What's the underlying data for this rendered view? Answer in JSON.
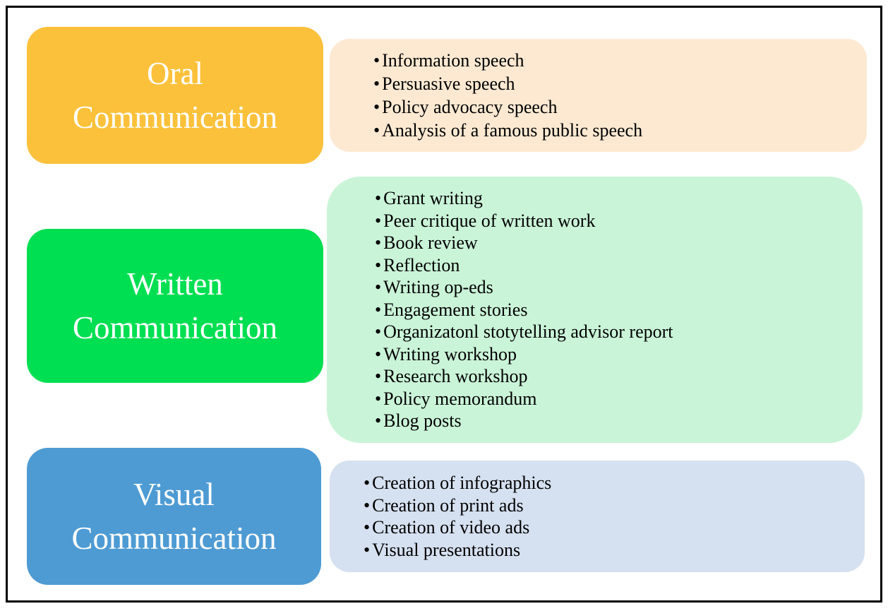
{
  "diagram": {
    "bullet_char": "•",
    "background_color": "#FFFFFF",
    "frame_border_color": "#000000",
    "title_text_color": "#FFFFFF",
    "list_text_color": "#000000",
    "rows": [
      {
        "title": "Oral Communication",
        "title_lines": [
          "Oral",
          "Communication"
        ],
        "shape_color": "#FCC13B",
        "list_color": "#FDE9D2",
        "items": [
          "Information speech",
          "Persuasive speech",
          "Policy advocacy speech",
          "Analysis of a famous public speech"
        ]
      },
      {
        "title": "Written Communication",
        "title_lines": [
          "Written",
          "Communication"
        ],
        "shape_color": "#00DF52",
        "list_color": "#CAF4D8",
        "items": [
          "Grant writing",
          "Peer critique of written work",
          "Book review",
          "Reflection",
          "Writing op-eds",
          "Engagement stories",
          "Organizatonl stotytelling advisor report",
          "Writing workshop",
          "Research workshop",
          "Policy memorandum",
          "Blog posts"
        ]
      },
      {
        "title": "Visual Communication",
        "title_lines": [
          "Visual",
          "Communication"
        ],
        "shape_color": "#4E9BD4",
        "list_color": "#D5E0F0",
        "items": [
          "Creation of infographics",
          "Creation of print ads",
          "Creation of video ads",
          "Visual presentations"
        ]
      }
    ]
  }
}
